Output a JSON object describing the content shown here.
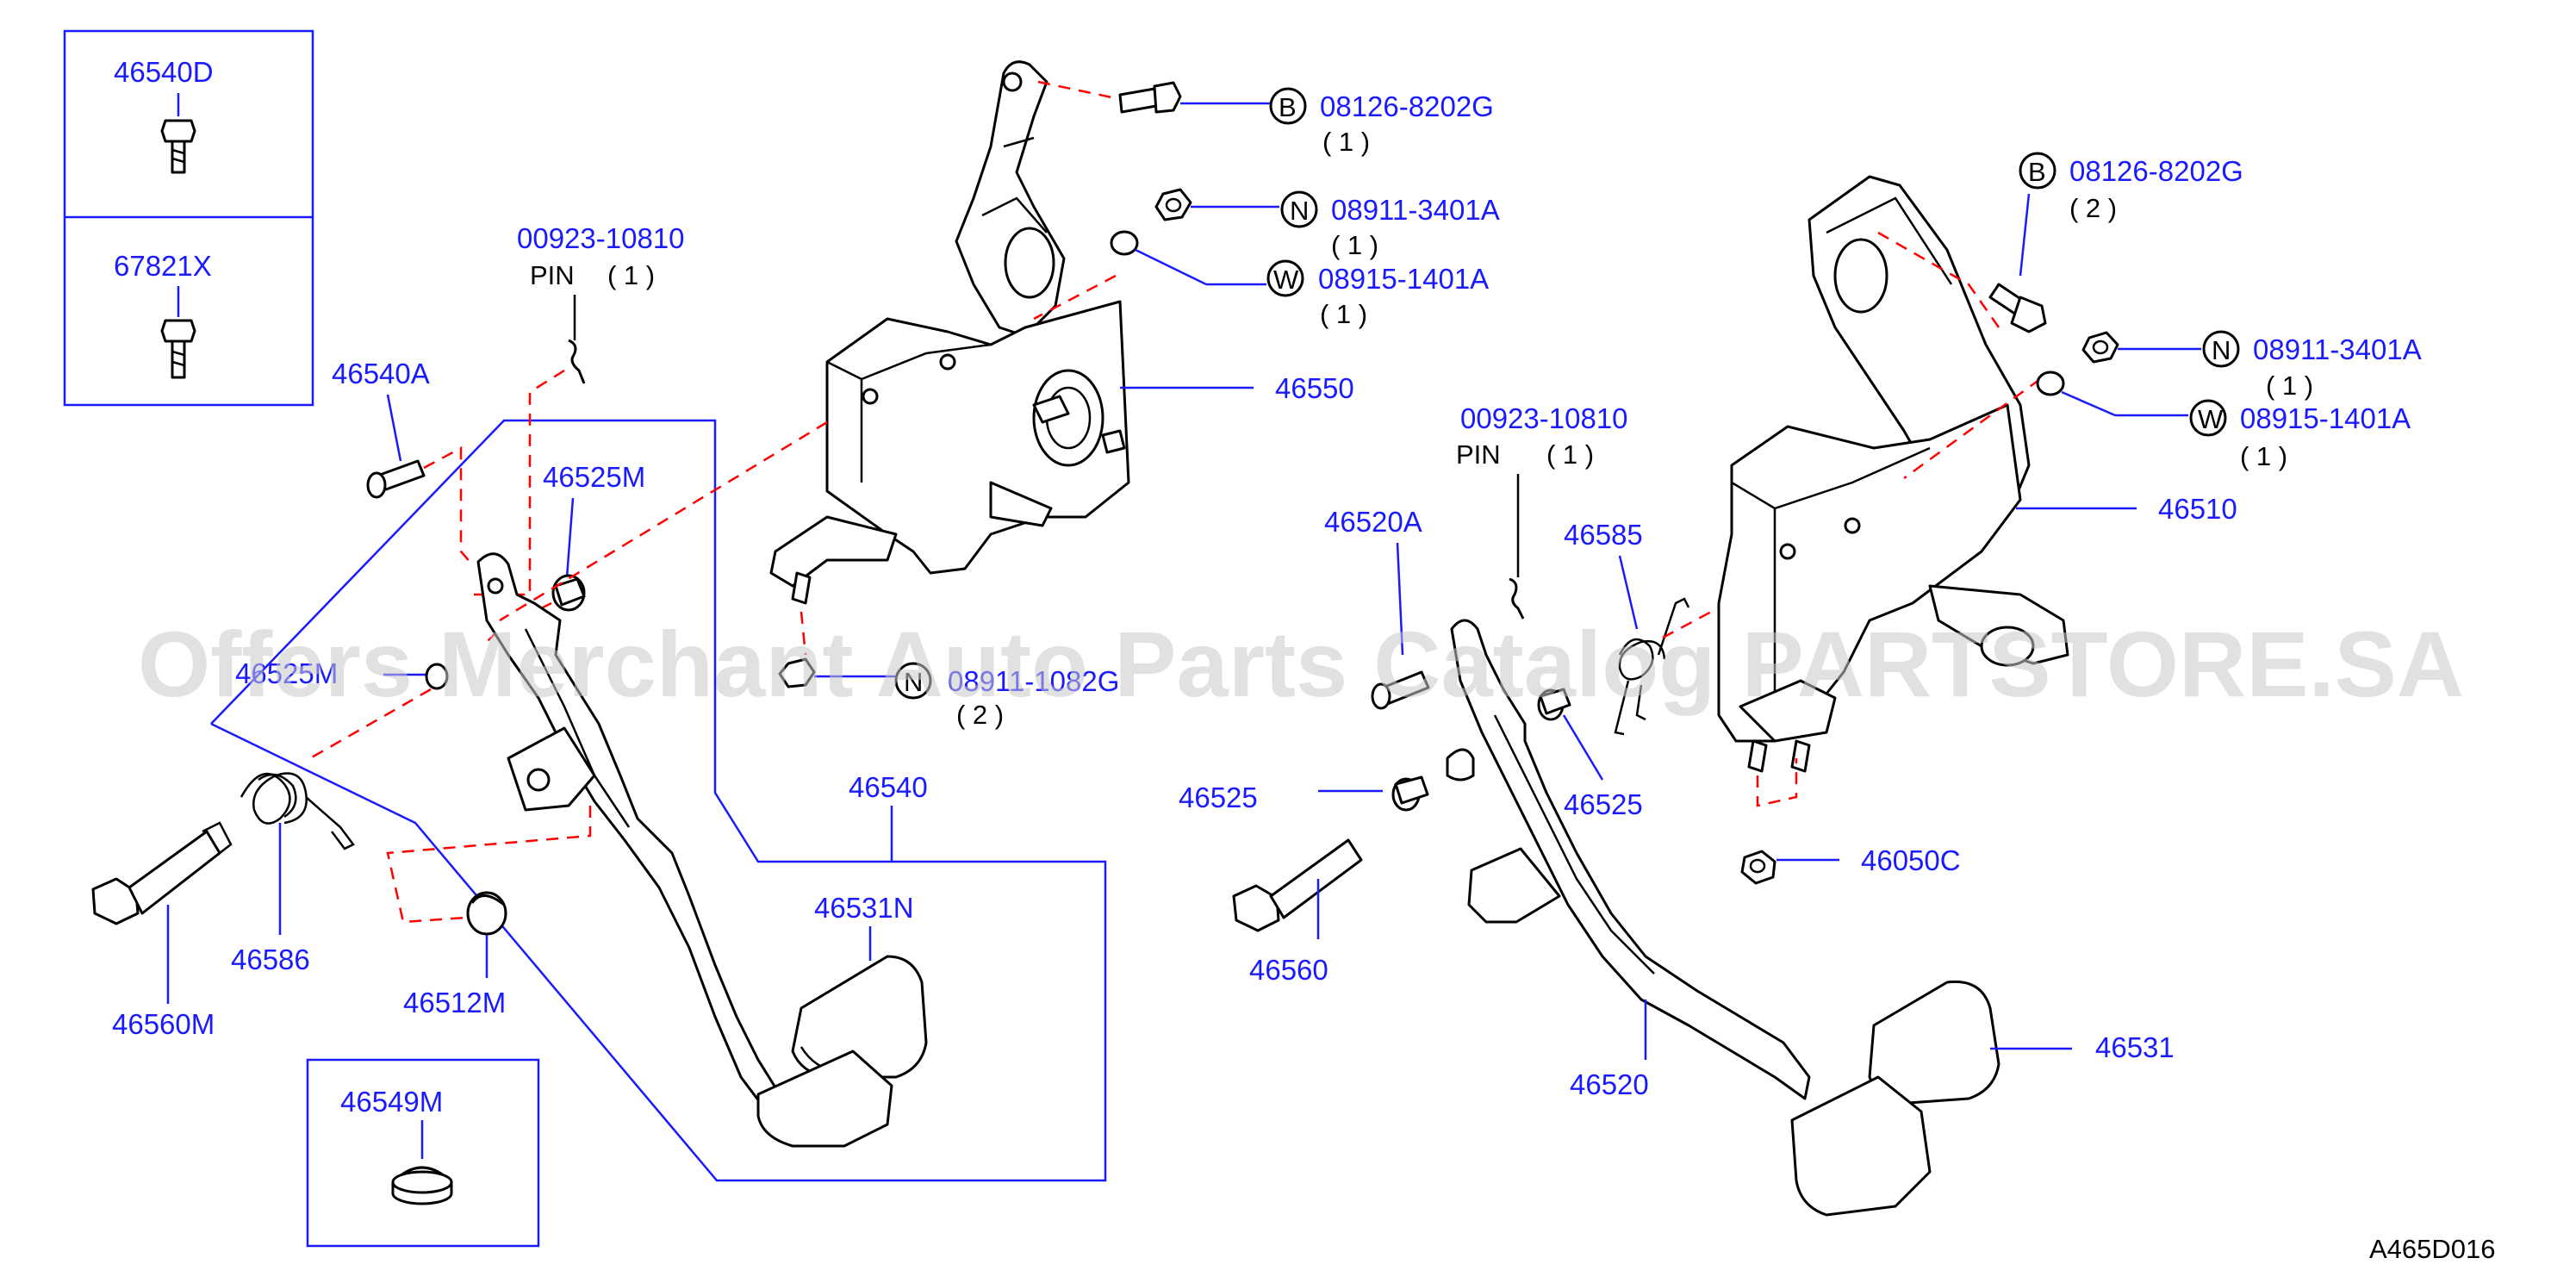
{
  "watermark": "Offers Merchant Auto Parts Catalog PARTSTORE.SA",
  "figure_code": "A465D016",
  "boxes": {
    "b1": "46540D",
    "b2": "67821X",
    "b3": "46549M"
  },
  "labels": {
    "p46540A": "46540A",
    "p46525M": "46525M",
    "p46525M_b": "46525M",
    "p46586": "46586",
    "p46512M": "46512M",
    "p46560M": "46560M",
    "p46540": "46540",
    "p46531N": "46531N",
    "p46550": "46550",
    "p46520A": "46520A",
    "p46525a": "46525",
    "p46525b": "46525",
    "p46585": "46585",
    "p46560": "46560",
    "p46520": "46520",
    "p46531": "46531",
    "p46510": "46510",
    "p46050C": "46050C"
  },
  "pin_left": {
    "number": "00923-10810",
    "name": "PIN",
    "qty": "( 1 )"
  },
  "pin_right": {
    "number": "00923-10810",
    "name": "PIN",
    "qty": "( 1 )"
  },
  "callouts_left": [
    {
      "letter": "B",
      "number": "08126-8202G",
      "qty": "( 1 )"
    },
    {
      "letter": "N",
      "number": "08911-3401A",
      "qty": "( 1 )"
    },
    {
      "letter": "W",
      "number": "08915-1401A",
      "qty": "( 1 )"
    },
    {
      "letter": "N",
      "number": "08911-1082G",
      "qty": "( 2 )"
    }
  ],
  "callouts_right": [
    {
      "letter": "B",
      "number": "08126-8202G",
      "qty": "( 2 )"
    },
    {
      "letter": "N",
      "number": "08911-3401A",
      "qty": "( 1 )"
    },
    {
      "letter": "W",
      "number": "08915-1401A",
      "qty": "( 1 )"
    }
  ]
}
